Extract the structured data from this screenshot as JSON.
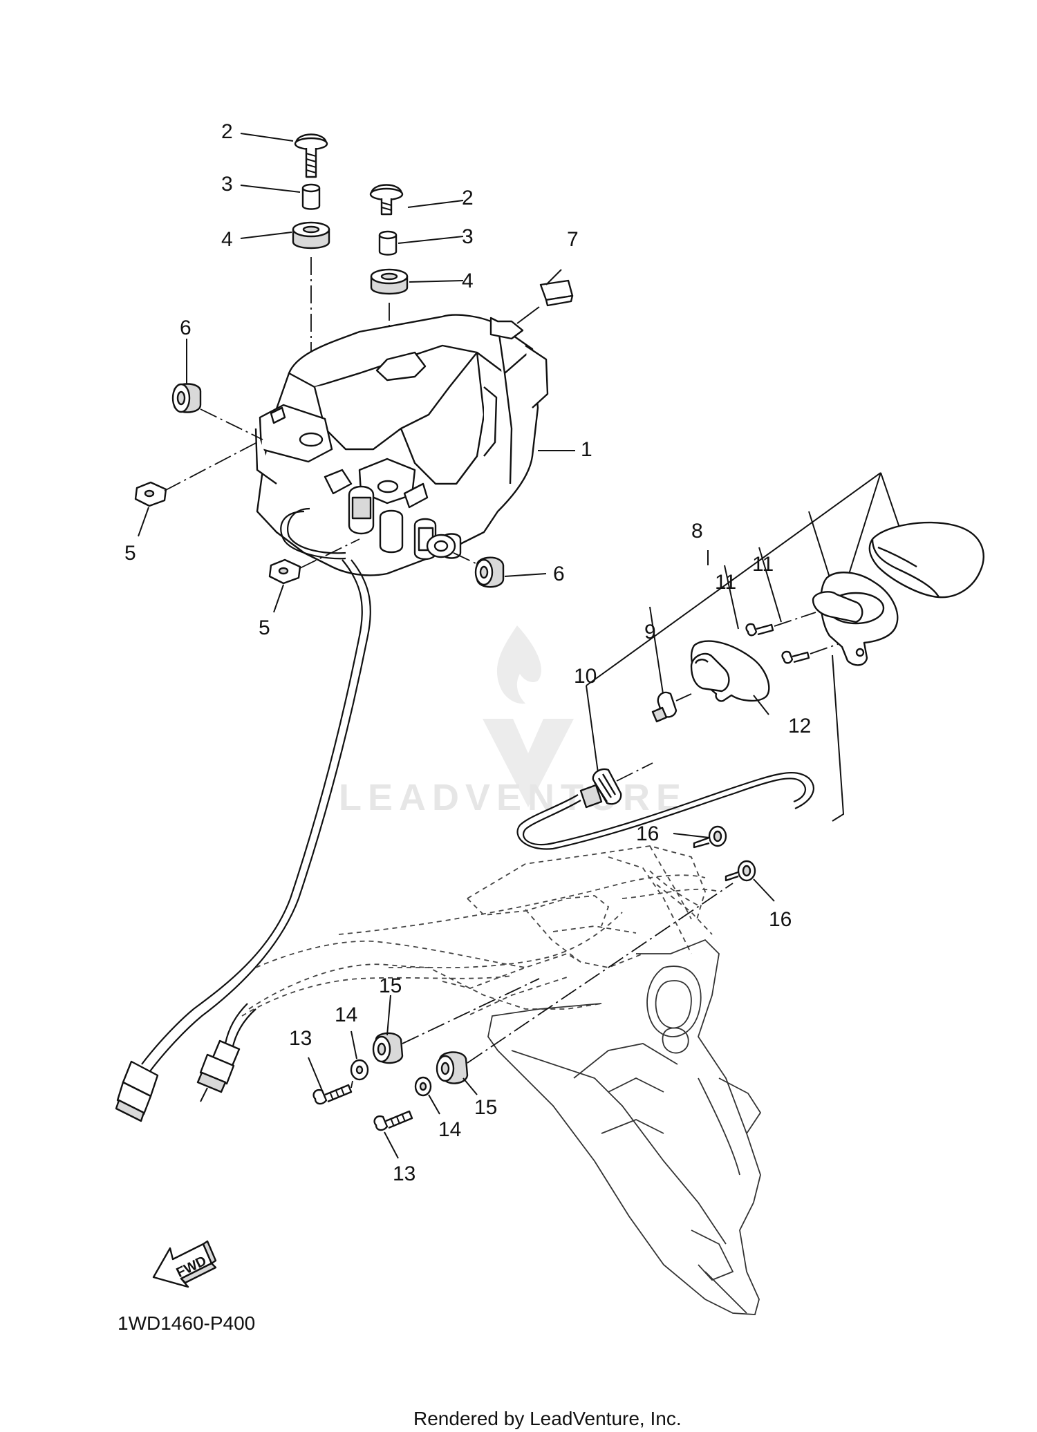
{
  "diagram": {
    "callouts": [
      {
        "id": "c2a",
        "text": "2"
      },
      {
        "id": "c3a",
        "text": "3"
      },
      {
        "id": "c4a",
        "text": "4"
      },
      {
        "id": "c2b",
        "text": "2"
      },
      {
        "id": "c3b",
        "text": "3"
      },
      {
        "id": "c4b",
        "text": "4"
      },
      {
        "id": "c7",
        "text": "7"
      },
      {
        "id": "c6a",
        "text": "6"
      },
      {
        "id": "c1",
        "text": "1"
      },
      {
        "id": "c5a",
        "text": "5"
      },
      {
        "id": "c6b",
        "text": "6"
      },
      {
        "id": "c5b",
        "text": "5"
      },
      {
        "id": "c8",
        "text": "8"
      },
      {
        "id": "c11a",
        "text": "11"
      },
      {
        "id": "c11b",
        "text": "11"
      },
      {
        "id": "c9",
        "text": "9"
      },
      {
        "id": "c10",
        "text": "10"
      },
      {
        "id": "c12",
        "text": "12"
      },
      {
        "id": "c16a",
        "text": "16"
      },
      {
        "id": "c16b",
        "text": "16"
      },
      {
        "id": "c15a",
        "text": "15"
      },
      {
        "id": "c14a",
        "text": "14"
      },
      {
        "id": "c13a",
        "text": "13"
      },
      {
        "id": "c15b",
        "text": "15"
      },
      {
        "id": "c14b",
        "text": "14"
      },
      {
        "id": "c13b",
        "text": "13"
      }
    ],
    "fwd_label": "FWD",
    "diagram_code": "1WD1460-P400",
    "watermark": "LEADVENTURE",
    "credit": "Rendered by LeadVenture, Inc."
  }
}
